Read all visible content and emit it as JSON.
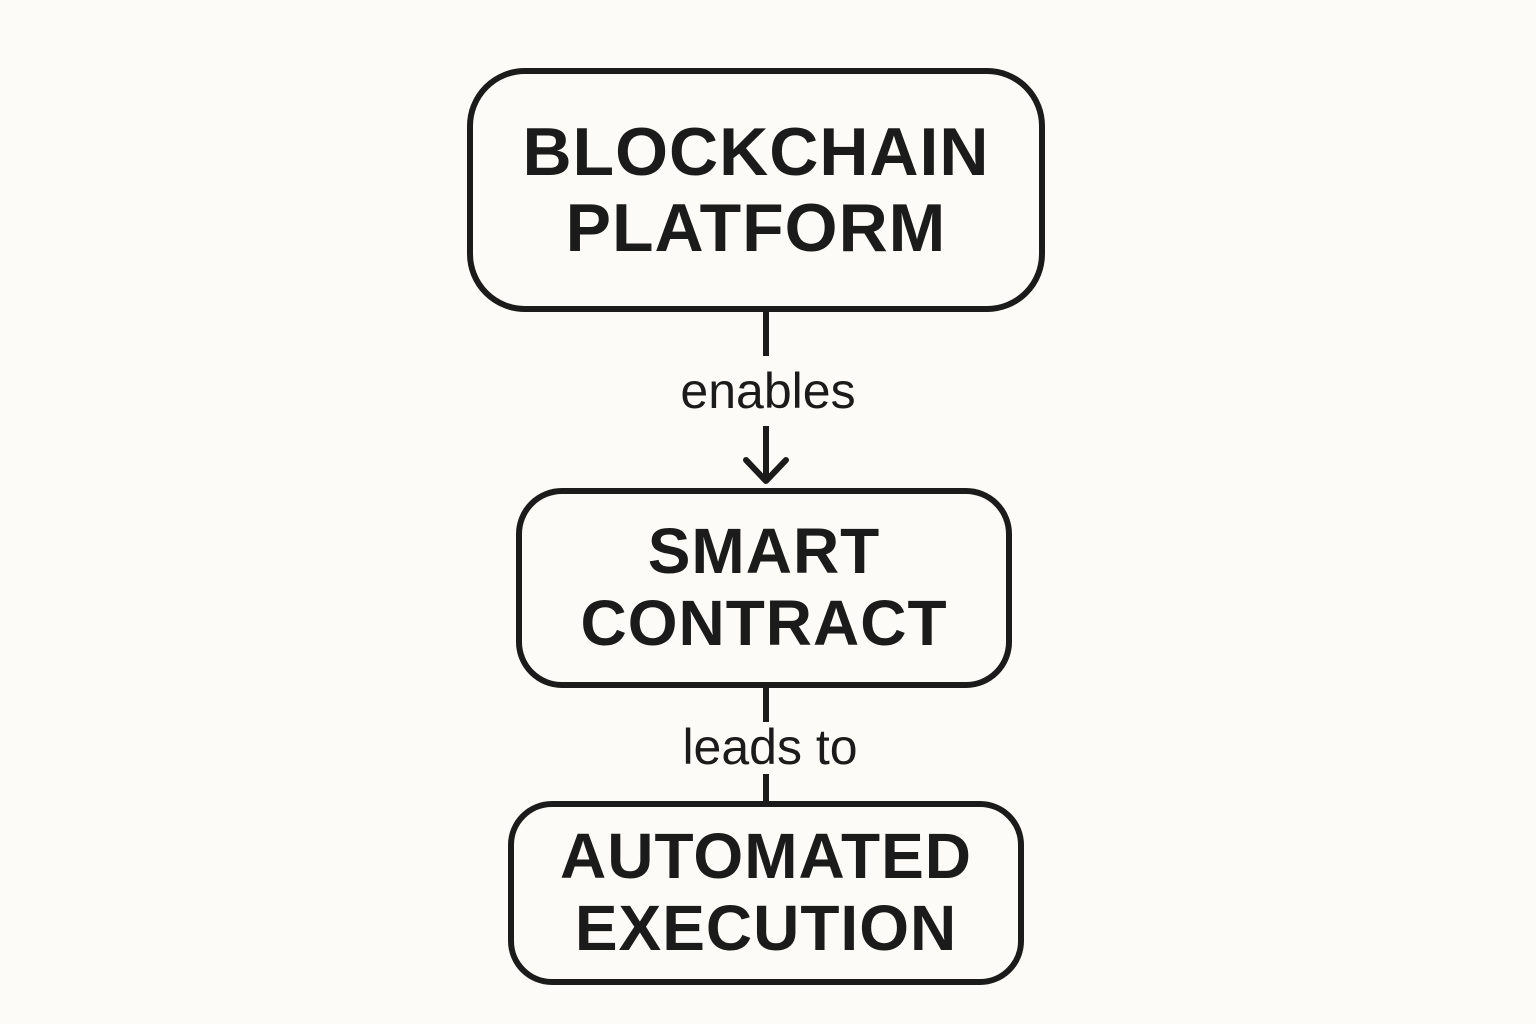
{
  "diagram": {
    "nodes": [
      {
        "id": "blockchain",
        "label": "BLOCKCHAIN\nPLATFORM"
      },
      {
        "id": "smart",
        "label": "SMART\nCONTRACT"
      },
      {
        "id": "automated",
        "label": "AUTOMATED\nEXECUTION"
      }
    ],
    "edges": [
      {
        "from": "blockchain",
        "to": "smart",
        "label": "enables",
        "arrow": true
      },
      {
        "from": "smart",
        "to": "automated",
        "label": "leads to",
        "arrow": false
      }
    ]
  },
  "colors": {
    "background": "#fcfbf7",
    "stroke": "#1b1b1b"
  }
}
